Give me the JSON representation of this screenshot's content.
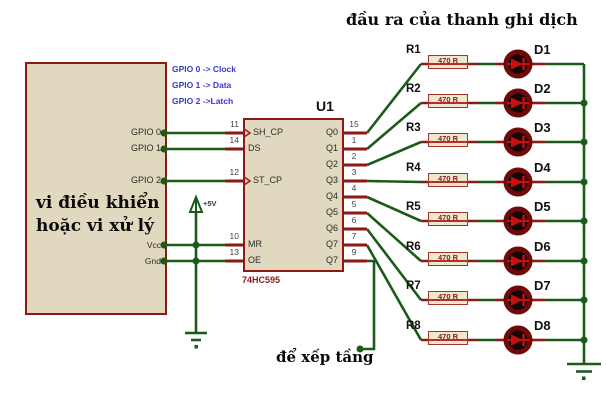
{
  "title": "đầu ra của thanh ghi dịch",
  "cascade_label": "để xếp tầng",
  "mcu": {
    "name_line1": "vi điều khiển",
    "name_line2": "hoặc vi xử lý",
    "pin_labels": [
      "GPIO 0",
      "GPIO 1",
      "GPIO 2",
      "Vcc",
      "Gnd"
    ],
    "comments": [
      "GPIO 0 -> Clock",
      "GPIO 1 -> Data",
      "GPIO 2 ->Latch"
    ]
  },
  "shift_register": {
    "ref": "U1",
    "part": "74HC595",
    "left_pins": [
      {
        "num": "11",
        "name": "SH_CP"
      },
      {
        "num": "14",
        "name": "DS"
      },
      {
        "num": "12",
        "name": "ST_CP"
      },
      {
        "num": "10",
        "name": "MR"
      },
      {
        "num": "13",
        "name": "OE"
      }
    ],
    "right_pins": [
      {
        "num": "15",
        "name": "Q0"
      },
      {
        "num": "1",
        "name": "Q1"
      },
      {
        "num": "2",
        "name": "Q2"
      },
      {
        "num": "3",
        "name": "Q3"
      },
      {
        "num": "4",
        "name": "Q4"
      },
      {
        "num": "5",
        "name": "Q5"
      },
      {
        "num": "6",
        "name": "Q6"
      },
      {
        "num": "7",
        "name": "Q7"
      },
      {
        "num": "9",
        "name": "Q7"
      }
    ]
  },
  "power": {
    "v5": "+5V"
  },
  "outputs": [
    {
      "resistor": "R1",
      "value": "470 R",
      "led": "D1"
    },
    {
      "resistor": "R2",
      "value": "470 R",
      "led": "D2"
    },
    {
      "resistor": "R3",
      "value": "470 R",
      "led": "D3"
    },
    {
      "resistor": "R4",
      "value": "470 R",
      "led": "D4"
    },
    {
      "resistor": "R5",
      "value": "470 R",
      "led": "D5"
    },
    {
      "resistor": "R6",
      "value": "470 R",
      "led": "D6"
    },
    {
      "resistor": "R7",
      "value": "470 R",
      "led": "D7"
    },
    {
      "resistor": "R8",
      "value": "470 R",
      "led": "D8"
    }
  ],
  "colors": {
    "wire_green": "#1A5B1A",
    "pin_red": "#8B1A15",
    "component_fill": "#E0D9BF",
    "resistor_fill": "#EFE8CC",
    "led_symbol_red": "#C51111",
    "comment_blue": "#3A3AD0"
  }
}
